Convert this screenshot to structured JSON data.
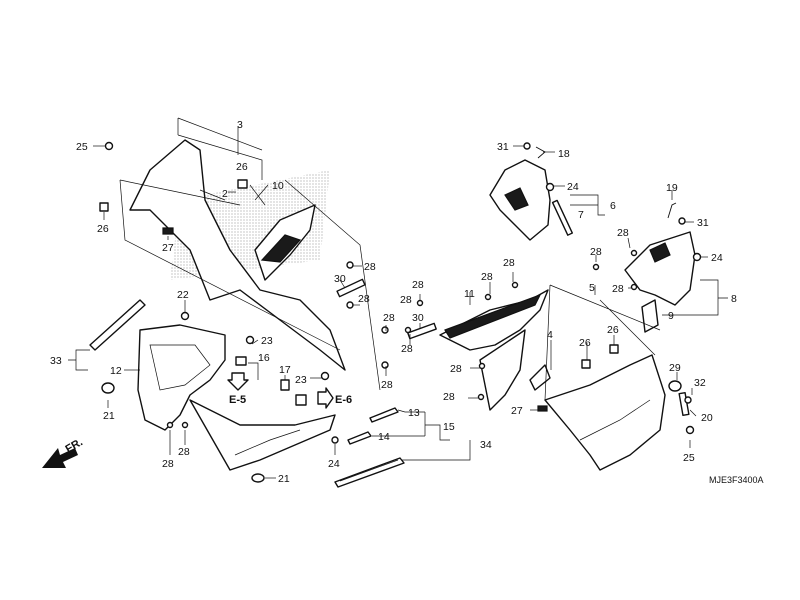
{
  "diagram_code": "MJE3F3400A",
  "direction_label": "FR.",
  "ref_e5": "E-5",
  "ref_e6": "E-6",
  "callouts": {
    "c3": "3",
    "c2": "2",
    "c10": "10",
    "c25a": "25",
    "c26a": "26",
    "c26b": "26",
    "c27a": "27",
    "c28a": "28",
    "c30a": "30",
    "c28b": "28",
    "c28c": "28",
    "c28d": "28",
    "c22": "22",
    "c33": "33",
    "c12": "12",
    "c21a": "21",
    "c28e": "28",
    "c28f": "28",
    "c23a": "23",
    "c16": "16",
    "c17": "17",
    "c23b": "23",
    "c21b": "21",
    "c24a": "24",
    "c13": "13",
    "c14": "14",
    "c15": "15",
    "c34": "34",
    "c31a": "31",
    "c18": "18",
    "c24b": "24",
    "c6": "6",
    "c7": "7",
    "c28g": "28",
    "c19": "19",
    "c31b": "31",
    "c24c": "24",
    "c28h": "28",
    "c28i": "28",
    "c8": "8",
    "c9": "9",
    "c28j": "28",
    "c28k": "28",
    "c11": "11",
    "c28l": "28",
    "c5": "5",
    "c28m": "28",
    "c30b": "30",
    "c28n": "28",
    "c4": "4",
    "c26c": "26",
    "c26d": "26",
    "c28o": "28",
    "c28p": "28",
    "c27b": "27",
    "c29": "29",
    "c32": "32",
    "c20": "20",
    "c25b": "25"
  }
}
